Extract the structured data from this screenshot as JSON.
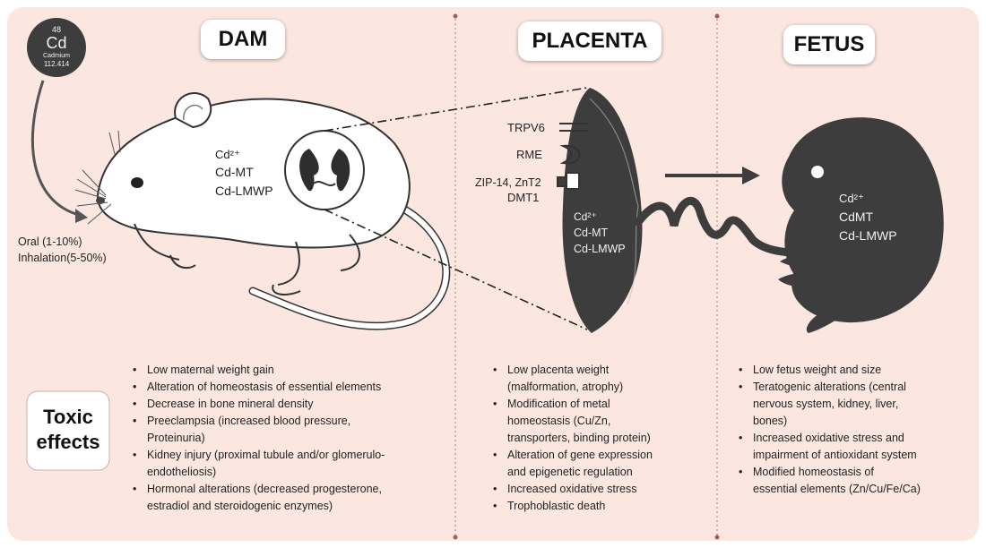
{
  "element": {
    "number": "48",
    "symbol": "Cd",
    "name": "Cadmium",
    "mass": "112.414"
  },
  "headers": {
    "dam": "DAM",
    "placenta": "PLACENTA",
    "fetus": "FETUS"
  },
  "dam": {
    "forms": [
      "Cd²⁺",
      "Cd-MT",
      "Cd-LMWP"
    ],
    "routes": [
      "Oral (1-10%)",
      "Inhalation(5-50%)"
    ]
  },
  "placenta": {
    "transporters": [
      "TRPV6",
      "RME",
      "ZIP-14, ZnT2",
      "DMT1"
    ],
    "forms": [
      "Cd²⁺",
      "Cd-MT",
      "Cd-LMWP"
    ]
  },
  "fetus": {
    "forms": [
      "Cd²⁺",
      "CdMT",
      "Cd-LMWP"
    ]
  },
  "toxic_label": [
    "Toxic",
    "effects"
  ],
  "effects": {
    "dam": [
      "Low maternal weight gain",
      "Alteration of homeostasis of essential elements",
      "Decrease in bone mineral density",
      "Preeclampsia (increased blood pressure,",
      "Proteinuria)",
      "Kidney injury (proximal tubule and/or glomerulo-",
      "endotheliosis)",
      "Hormonal alterations (decreased progesterone,",
      "estradiol and steroidogenic enzymes)"
    ],
    "placenta": [
      "Low placenta weight",
      "(malformation, atrophy)",
      "Modification of metal",
      "homeostasis (Cu/Zn,",
      "transporters, binding protein)",
      "Alteration of gene expression",
      "and epigenetic regulation",
      "Increased oxidative stress",
      "Trophoblastic death"
    ],
    "fetus": [
      "Low fetus weight and size",
      "Teratogenic alterations (central",
      "nervous system, kidney, liver,",
      "bones)",
      "Increased oxidative stress and",
      "impairment of antioxidant system",
      "Modified homeostasis of",
      "essential elements (Zn/Cu/Fe/Ca)"
    ]
  },
  "bullets": {
    "dam": [
      true,
      true,
      true,
      true,
      false,
      true,
      false,
      true,
      false
    ],
    "placenta": [
      true,
      false,
      true,
      false,
      false,
      true,
      false,
      true,
      true
    ],
    "fetus": [
      true,
      true,
      false,
      false,
      true,
      false,
      true,
      false
    ]
  }
}
